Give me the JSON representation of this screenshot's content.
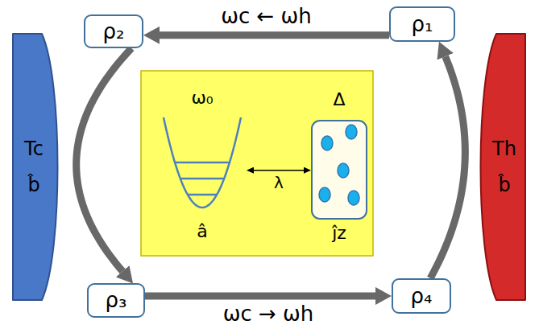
{
  "diagram": {
    "nodes": [
      {
        "text": [
          "ρ₁"
        ]
      },
      {
        "text": [
          "ρ₂"
        ]
      },
      {
        "text": [
          "ρ₃"
        ]
      },
      {
        "text": [
          "ρ₄"
        ]
      },
      {
        "text": [
          "Tc",
          "b̂"
        ]
      },
      {
        "text": [
          "Th",
          "b̂"
        ]
      },
      {
        "text": []
      },
      {
        "text": [
          "ω₀",
          "â"
        ],
        "in": 6
      },
      {
        "text": [
          "Δ",
          "ĵz"
        ],
        "in": 6
      }
    ],
    "edges": [
      {
        "from": 0,
        "to": 1,
        "arrow": "to",
        "label": "ωc ← ωh"
      },
      {
        "from": 1,
        "to": 2,
        "arrow": "to"
      },
      {
        "from": 2,
        "to": 3,
        "arrow": "to",
        "label": "ωc → ωh"
      },
      {
        "from": 3,
        "to": 0,
        "arrow": "to"
      },
      {
        "from": 7,
        "to": 8,
        "arrow": "both",
        "label": "λ"
      }
    ]
  }
}
